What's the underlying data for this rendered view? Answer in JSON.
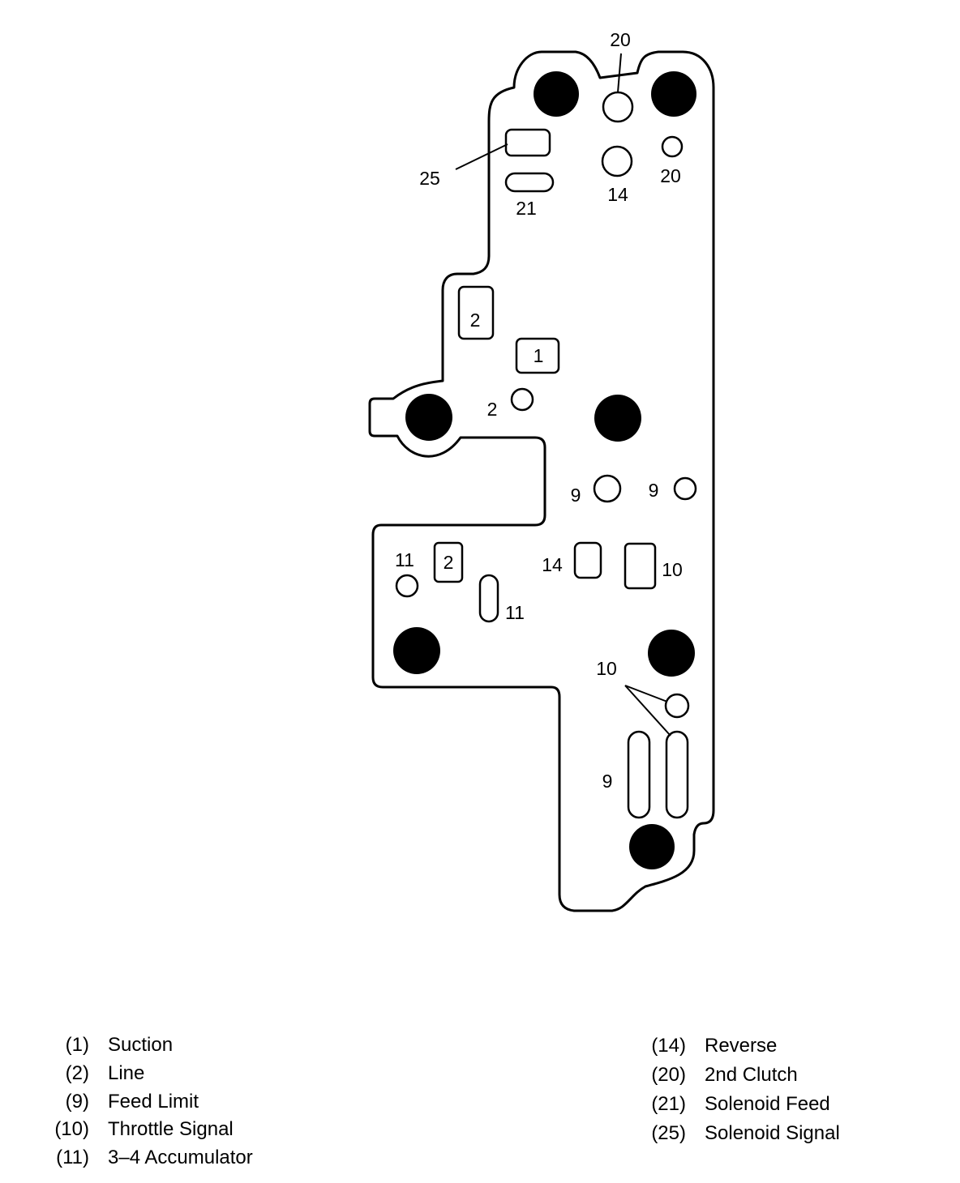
{
  "diagram": {
    "labels": {
      "top_20": "20",
      "right_20": "20",
      "top_14": "14",
      "top_25": "25",
      "top_21": "21",
      "box_2_upper": "2",
      "box_1": "1",
      "circle_2": "2",
      "circle_9_left": "9",
      "circle_9_right": "9",
      "circle_11": "11",
      "box_2_lower": "2",
      "box_14": "14",
      "box_10": "10",
      "slot_11": "11",
      "pointer_10": "10",
      "slot_9": "9"
    }
  },
  "legend": {
    "left": [
      {
        "code": "(1)",
        "label": "Suction"
      },
      {
        "code": "(2)",
        "label": "Line"
      },
      {
        "code": "(9)",
        "label": "Feed Limit"
      },
      {
        "code": "(10)",
        "label": "Throttle Signal"
      },
      {
        "code": "(11)",
        "label": "3–4 Accumulator"
      }
    ],
    "right": [
      {
        "code": "(14)",
        "label": "Reverse"
      },
      {
        "code": "(20)",
        "label": "2nd Clutch"
      },
      {
        "code": "(21)",
        "label": "Solenoid Feed"
      },
      {
        "code": "(25)",
        "label": "Solenoid Signal"
      }
    ]
  }
}
